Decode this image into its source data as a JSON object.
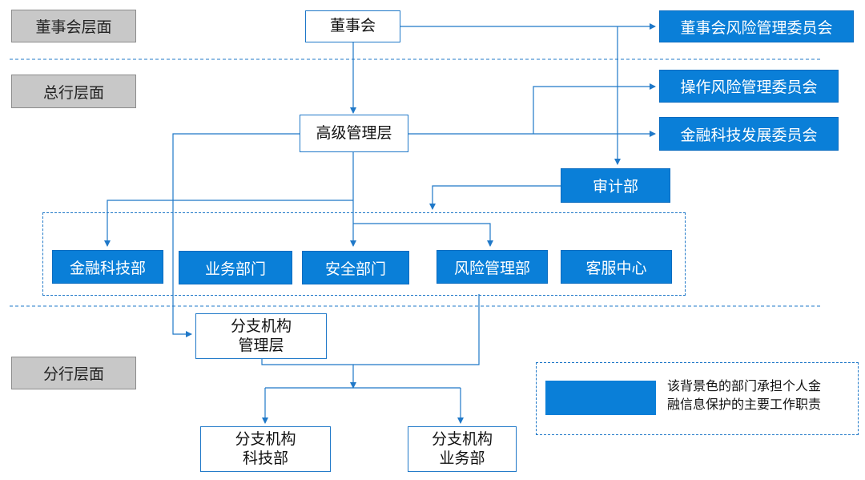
{
  "layers": {
    "board": "董事会层面",
    "head_office": "总行层面",
    "branch": "分行层面"
  },
  "nodes": {
    "board": "董事会",
    "board_risk_committee": "董事会风险管理委员会",
    "op_risk_committee": "操作风险管理委员会",
    "fintech_committee": "金融科技发展委员会",
    "senior_mgmt": "高级管理层",
    "audit": "审计部",
    "fintech_dept": "金融科技部",
    "business_dept": "业务部门",
    "security_dept": "安全部门",
    "risk_mgmt_dept": "风险管理部",
    "customer_service": "客服中心",
    "branch_mgmt": {
      "line1": "分支机构",
      "line2": "管理层"
    },
    "branch_tech": {
      "line1": "分支机构",
      "line2": "科技部"
    },
    "branch_business": {
      "line1": "分支机构",
      "line2": "业务部"
    }
  },
  "legend": {
    "text_line1": "该背景色的部门承担个人金",
    "text_line2": "融信息保护的主要工作职责"
  },
  "colors": {
    "highlight_blue": "#0a7fd8",
    "line_blue": "#1f78c8",
    "label_gray": "#c8c8c8"
  }
}
